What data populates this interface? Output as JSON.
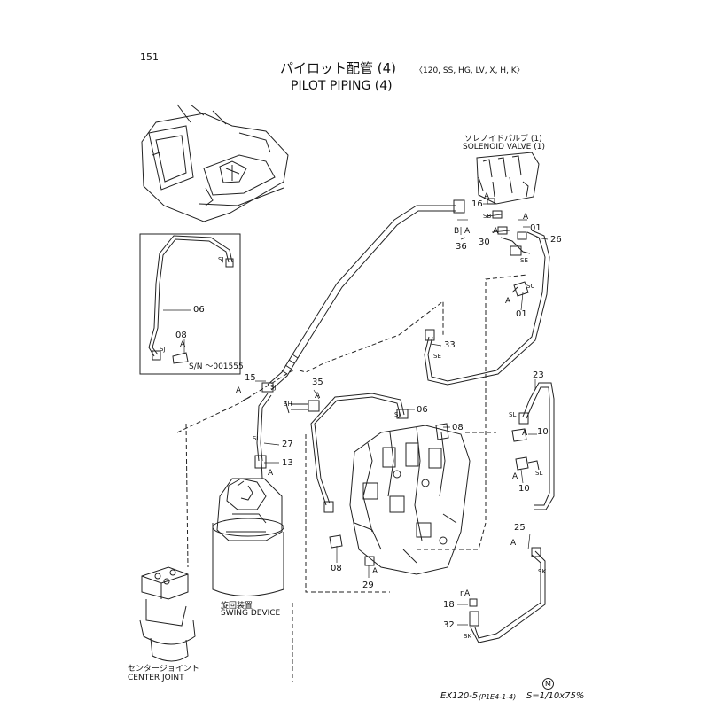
{
  "header": {
    "page_number": "151",
    "title_jp": "パイロット配管 (4)",
    "title_jp_sub": "〈120, SS, HG, LV, X, H, K〉",
    "title_en": "PILOT PIPING (4)"
  },
  "callouts": {
    "solenoid_jp": "ソレノイドバルブ (1)",
    "solenoid_en": "SOLENOID VALVE (1)",
    "serial_note": "S/N ～001555",
    "swing_jp": "旋回装置",
    "swing_en": "SWING DEVICE",
    "center_jp": "センタージョイント",
    "center_en": "CENTER JOINT"
  },
  "parts": [
    "01",
    "06",
    "08",
    "10",
    "13",
    "15",
    "16",
    "18",
    "23",
    "25",
    "26",
    "27",
    "29",
    "30",
    "32",
    "33",
    "35",
    "36"
  ],
  "connection_letters": {
    "A": "A",
    "B": "B",
    "r": "r",
    "SJ": "SJ",
    "SI": "SI",
    "SH": "SH",
    "SE": "SE",
    "SC": "SC",
    "SK": "SK",
    "SL": "SL",
    "SB": "SB"
  },
  "footer": {
    "model": "EX120-5",
    "ref": "(P1E4-1-4)",
    "scale": "S=1/10x75%",
    "mark": "M"
  }
}
